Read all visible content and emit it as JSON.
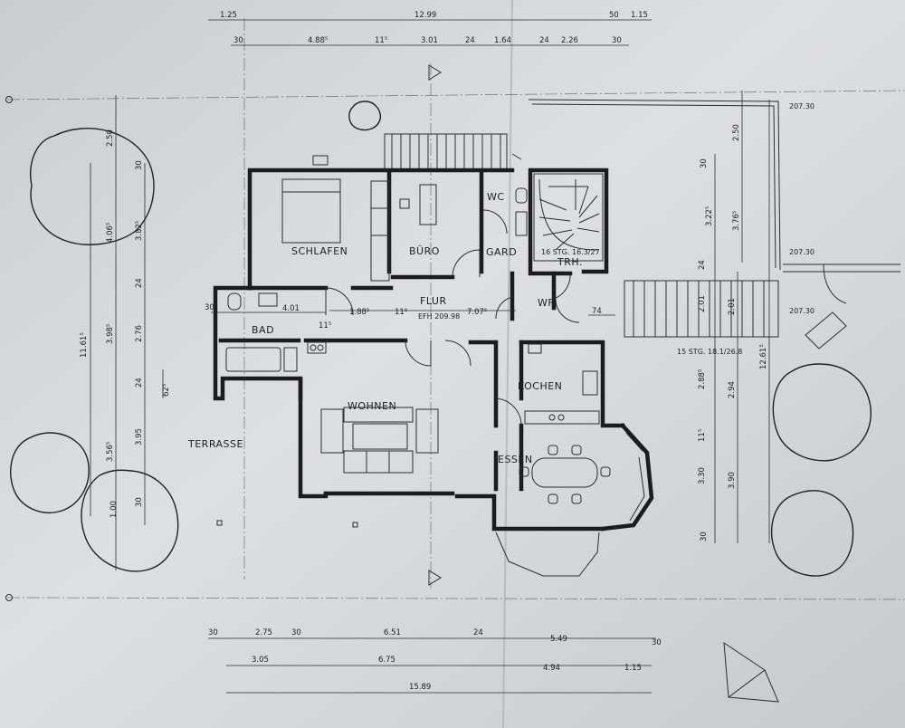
{
  "rooms": {
    "schlafen": "SCHLAFEN",
    "buero": "BÜRO",
    "wc": "WC",
    "gard": "GARD",
    "trh": "TRH.",
    "flur": "FLUR",
    "efh": "EFH 209.98",
    "bad": "BAD",
    "wf": "WF",
    "wohnen": "WOHNEN",
    "kochen": "KOCHEN",
    "essen": "ESSEN",
    "terrasse": "TERRASSE"
  },
  "stairs": {
    "inner": "16 STG. 16.3/27",
    "outer": "15 STG. 18.1/26.8"
  },
  "elevations": [
    "207.30",
    "207.30",
    "207.30"
  ],
  "dims_top_row1": [
    "1.25",
    "12.99",
    "50",
    "1.15"
  ],
  "dims_top_row2": [
    "30",
    "4.88⁵",
    "11⁵",
    "3.01",
    "24",
    "1.64",
    "24",
    "2.26",
    "30"
  ],
  "dims_bottom_row1": [
    "30",
    "2.75",
    "30",
    "6.51",
    "24",
    "5.49",
    "30"
  ],
  "dims_bottom_row2": [
    "3.05",
    "6.75",
    "4.94",
    "1.15"
  ],
  "dims_bottom_row3": [
    "15.89"
  ],
  "dims_left_outer": [
    "2.50",
    "11.61⁵"
  ],
  "dims_left_mid": [
    "4.06⁵",
    "3.98⁵",
    "3.56⁵"
  ],
  "dims_left_inner": [
    "30",
    "3.82⁵",
    "24",
    "2.76",
    "24",
    "3.95",
    "1.00",
    "30"
  ],
  "dims_left_small": [
    "62⁵"
  ],
  "dims_right_outer": [
    "2.50",
    "3.76⁵",
    "12.61⁵"
  ],
  "dims_right_mid": [
    "3.22⁵",
    "2.01",
    "2.94",
    "3.90"
  ],
  "dims_right_inner": [
    "30",
    "24",
    "2.01",
    "2.88⁵",
    "11⁵",
    "3.30",
    "30"
  ],
  "dims_interior": [
    "4.01",
    "30",
    "1.88⁵",
    "11⁵",
    "7.07⁵",
    "11⁵",
    "74"
  ]
}
